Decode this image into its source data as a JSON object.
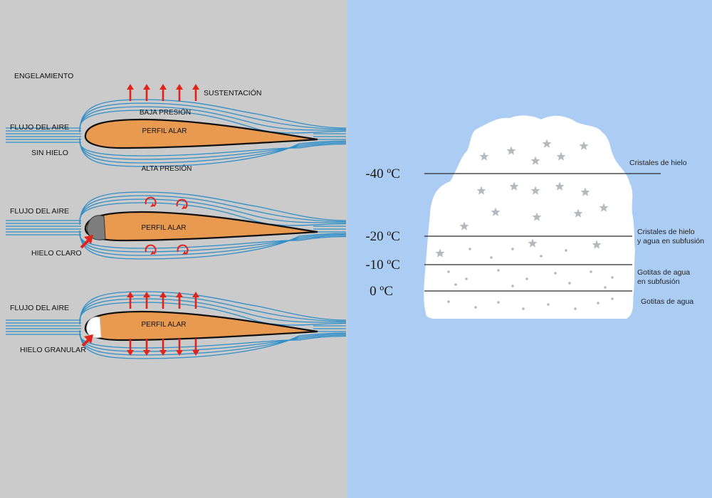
{
  "title": "ENGELAMIENTO",
  "colors": {
    "left_background": "#cbcbcb",
    "right_background": "#accdf3",
    "airfoil": "#e89a50",
    "streamlines": "#2f8fc7",
    "arrows": "#e2231a",
    "cloud": "#ffffff",
    "cloud_marks": "#b5b8bc"
  },
  "diagrams": [
    {
      "flow_label": "FLUJO DEL AIRE",
      "condition_label": "SIN HIELO",
      "airfoil_label": "PERFIL ALAR",
      "top_label": "BAJA PRESIÓN",
      "bottom_label": "ALTA PRESIÓN",
      "lift_label": "SUSTENTACIÓN",
      "arrow_icon": "up-arrow-icon"
    },
    {
      "flow_label": "FLUJO DEL AIRE",
      "condition_label": "HIELO CLARO",
      "airfoil_label": "PERFIL ALAR",
      "arrow_icon": "turbulence-curl-icon"
    },
    {
      "flow_label": "FLUJO DEL AIRE",
      "condition_label": "HIELO GRANULAR",
      "airfoil_label": "PERFIL ALAR",
      "arrow_icon": "up-down-arrow-icon"
    }
  ],
  "cloud": {
    "levels": [
      {
        "temp": "-40 ºC",
        "zone_lines": [
          "Cristales de hielo"
        ]
      },
      {
        "temp": "-20 ºC",
        "zone_lines": [
          "Cristales de hielo",
          "y agua en subfusión"
        ]
      },
      {
        "temp": "-10 ºC",
        "zone_lines": [
          "Gotitas de agua",
          "en subfusión"
        ]
      },
      {
        "temp": "0 ºC",
        "zone_lines": [
          "Gotitas de agua"
        ]
      }
    ],
    "icons": [
      "star-icon",
      "dot-icon"
    ]
  }
}
